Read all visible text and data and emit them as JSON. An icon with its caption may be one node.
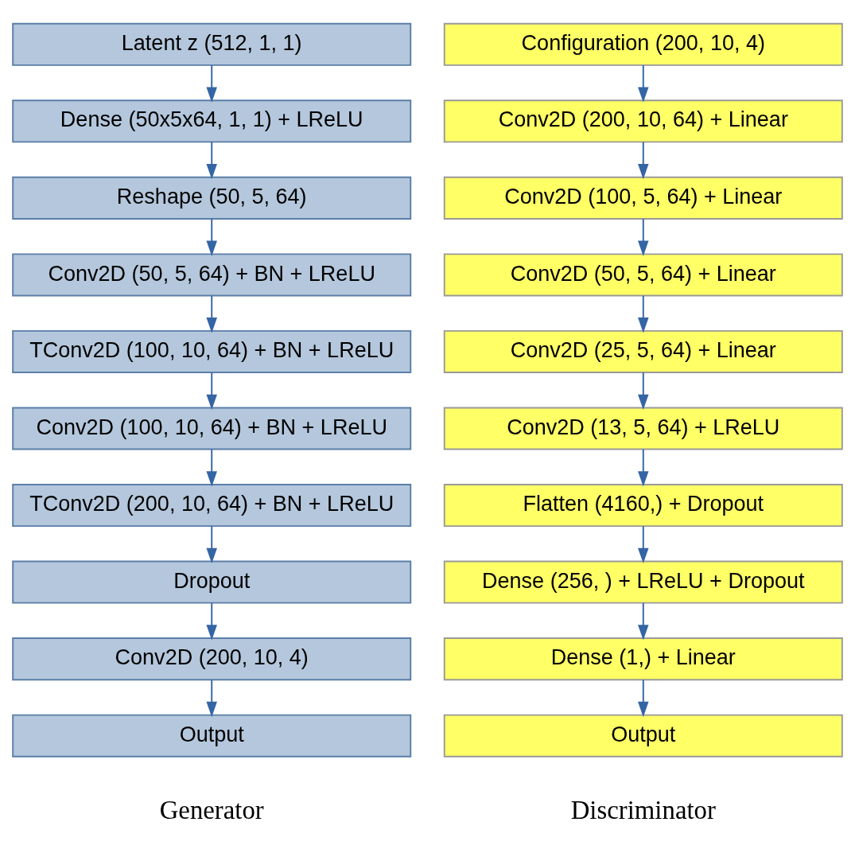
{
  "diagram": {
    "nodes": [
      {
        "text": [
          "Latent z (512, 1, 1)"
        ]
      },
      {
        "text": [
          "Dense (50x5x64, 1, 1) + LReLU"
        ]
      },
      {
        "text": [
          "Reshape (50, 5, 64)"
        ]
      },
      {
        "text": [
          "Conv2D (50, 5, 64) + BN + LReLU"
        ]
      },
      {
        "text": [
          "TConv2D (100, 10, 64) + BN + LReLU"
        ]
      },
      {
        "text": [
          "Conv2D (100, 10, 64) + BN + LReLU"
        ]
      },
      {
        "text": [
          "TConv2D (200, 10, 64) + BN + LReLU"
        ]
      },
      {
        "text": [
          "Dropout"
        ]
      },
      {
        "text": [
          "Conv2D (200, 10, 4)"
        ]
      },
      {
        "text": [
          "Output"
        ]
      },
      {
        "text": [
          "Configuration (200, 10, 4)"
        ]
      },
      {
        "text": [
          "Conv2D (200, 10, 64) + Linear"
        ]
      },
      {
        "text": [
          "Conv2D (100, 5, 64) + Linear"
        ]
      },
      {
        "text": [
          "Conv2D (50, 5, 64) + Linear"
        ]
      },
      {
        "text": [
          "Conv2D (25, 5, 64) + Linear"
        ]
      },
      {
        "text": [
          "Conv2D (13, 5, 64) + LReLU"
        ]
      },
      {
        "text": [
          "Flatten (4160,) + Dropout"
        ]
      },
      {
        "text": [
          "Dense (256, ) + LReLU + Dropout"
        ]
      },
      {
        "text": [
          "Dense (1,) + Linear"
        ]
      },
      {
        "text": [
          "Output"
        ]
      }
    ],
    "edges": [
      {
        "from": 0,
        "to": 1,
        "arrow": "to"
      },
      {
        "from": 1,
        "to": 2,
        "arrow": "to"
      },
      {
        "from": 2,
        "to": 3,
        "arrow": "to"
      },
      {
        "from": 3,
        "to": 4,
        "arrow": "to"
      },
      {
        "from": 4,
        "to": 5,
        "arrow": "to"
      },
      {
        "from": 5,
        "to": 6,
        "arrow": "to"
      },
      {
        "from": 6,
        "to": 7,
        "arrow": "to"
      },
      {
        "from": 7,
        "to": 8,
        "arrow": "to"
      },
      {
        "from": 8,
        "to": 9,
        "arrow": "to"
      },
      {
        "from": 10,
        "to": 11,
        "arrow": "to"
      },
      {
        "from": 11,
        "to": 12,
        "arrow": "to"
      },
      {
        "from": 12,
        "to": 13,
        "arrow": "to"
      },
      {
        "from": 13,
        "to": 14,
        "arrow": "to"
      },
      {
        "from": 14,
        "to": 15,
        "arrow": "to"
      },
      {
        "from": 15,
        "to": 16,
        "arrow": "to"
      },
      {
        "from": 16,
        "to": 17,
        "arrow": "to"
      },
      {
        "from": 17,
        "to": 18,
        "arrow": "to"
      },
      {
        "from": 18,
        "to": 19,
        "arrow": "to"
      }
    ],
    "labels": [
      "Generator",
      "Discriminator"
    ]
  }
}
